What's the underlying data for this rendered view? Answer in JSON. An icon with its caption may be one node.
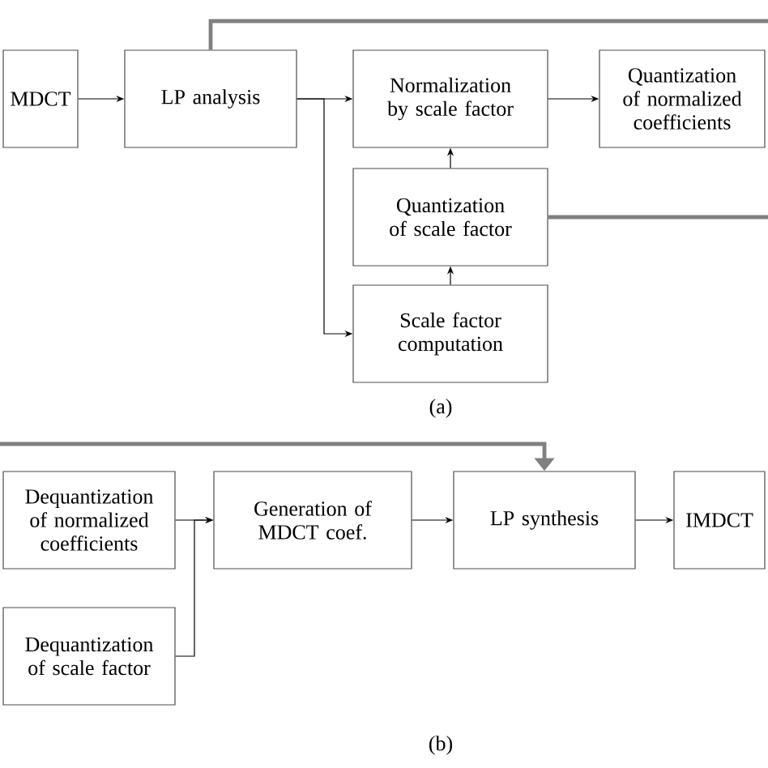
{
  "diagram": {
    "nodes": [
      {
        "text": [
          "MDCT"
        ]
      },
      {
        "text": [
          "LP analysis"
        ]
      },
      {
        "text": [
          "Normalization by scale factor"
        ]
      },
      {
        "text": [
          "Quantization of normalized coefficients"
        ]
      },
      {
        "text": [
          "Quantization of scale factor"
        ]
      },
      {
        "text": [
          "Scale factor computation"
        ]
      },
      {
        "text": [
          "Dequantization of normalized coefficients"
        ]
      },
      {
        "text": [
          "Dequantization of scale factor"
        ]
      },
      {
        "text": [
          "Generation of MDCT coef."
        ]
      },
      {
        "text": [
          "LP synthesis"
        ]
      },
      {
        "text": [
          "IMDCT"
        ]
      }
    ],
    "edges": [
      {
        "from": 0,
        "to": 1,
        "arrow": "to"
      },
      {
        "from": 1,
        "to": 2,
        "arrow": "to"
      },
      {
        "from": 1,
        "to": 5,
        "arrow": "to"
      },
      {
        "from": 5,
        "to": 4,
        "arrow": "to"
      },
      {
        "from": 4,
        "to": 2,
        "arrow": "to"
      },
      {
        "from": 2,
        "to": 3,
        "arrow": "to"
      },
      {
        "from": 1,
        "to": null,
        "arrow": "none",
        "style": "thick",
        "color": "#808080"
      },
      {
        "from": 4,
        "to": null,
        "arrow": "none",
        "style": "thick",
        "color": "#808080"
      },
      {
        "from": 6,
        "to": 8,
        "arrow": "to"
      },
      {
        "from": 7,
        "to": 8,
        "arrow": "to"
      },
      {
        "from": 8,
        "to": 9,
        "arrow": "to"
      },
      {
        "from": 9,
        "to": 10,
        "arrow": "to"
      },
      {
        "from": null,
        "to": 9,
        "arrow": "to",
        "style": "thick",
        "color": "#808080"
      }
    ],
    "labels": [
      "(a)",
      "(b)"
    ]
  }
}
